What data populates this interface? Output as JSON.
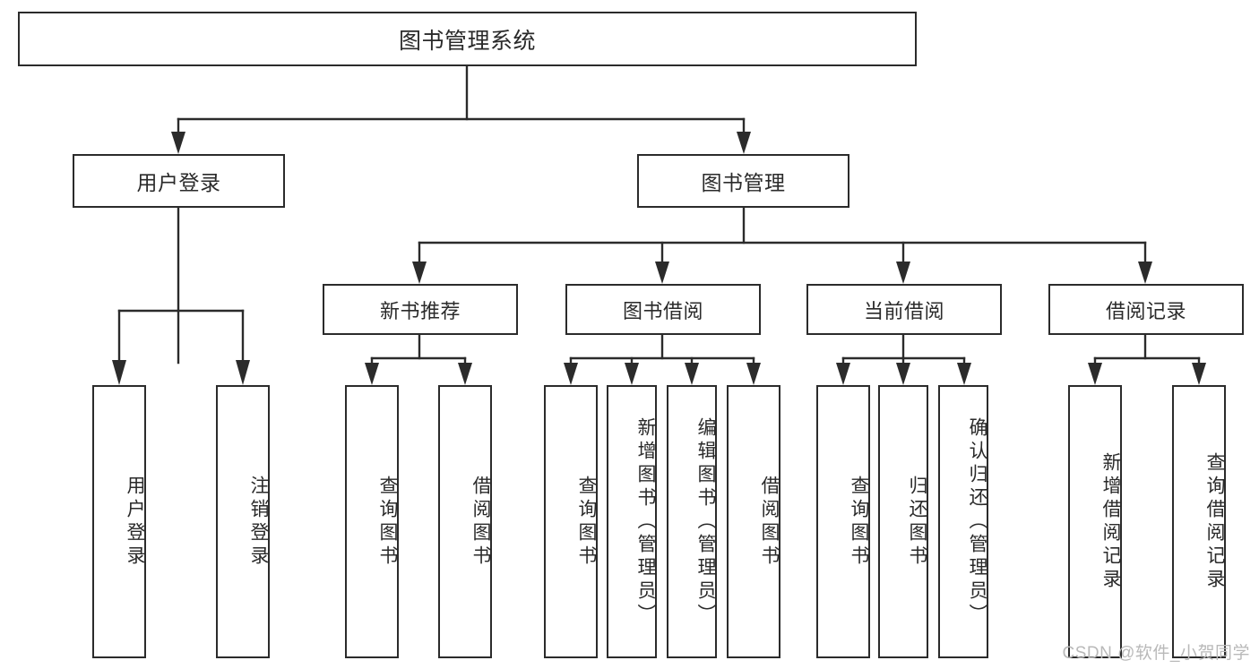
{
  "diagram": {
    "title": "图书管理系统",
    "type": "tree-hierarchy",
    "orientation": "top-down",
    "colors": {
      "box_border": "#2b2b2b",
      "box_fill": "#ffffff",
      "connector": "#2b2b2b",
      "text": "#2a2a2a",
      "watermark": "#b9b9b9",
      "canvas": "#ffffff"
    }
  },
  "root": {
    "label": "图书管理系统"
  },
  "level2": [
    {
      "id": "user-login",
      "label": "用户登录"
    },
    {
      "id": "book-management",
      "label": "图书管理"
    }
  ],
  "level3": [
    {
      "id": "new-book-recommend",
      "label": "新书推荐"
    },
    {
      "id": "book-borrow",
      "label": "图书借阅"
    },
    {
      "id": "current-borrow",
      "label": "当前借阅"
    },
    {
      "id": "borrow-record",
      "label": "借阅记录"
    }
  ],
  "leaves": {
    "user_login": [
      {
        "id": "leaf-user-login",
        "label": "用户登录"
      },
      {
        "id": "leaf-logout-login",
        "label": "注销登录"
      }
    ],
    "new_book_recommend": [
      {
        "id": "leaf-query-book-1",
        "label": "查询图书"
      },
      {
        "id": "leaf-borrow-book-1",
        "label": "借阅图书"
      }
    ],
    "book_borrow": [
      {
        "id": "leaf-query-book-2",
        "label": "查询图书"
      },
      {
        "id": "leaf-add-book",
        "label": "新增图书（管理员）"
      },
      {
        "id": "leaf-edit-book",
        "label": "编辑图书（管理员）"
      },
      {
        "id": "leaf-borrow-book-2",
        "label": "借阅图书"
      }
    ],
    "current_borrow": [
      {
        "id": "leaf-query-book-3",
        "label": "查询图书"
      },
      {
        "id": "leaf-return-book",
        "label": "归还图书"
      },
      {
        "id": "leaf-confirm-return",
        "label": "确认归还（管理员）"
      }
    ],
    "borrow_record": [
      {
        "id": "leaf-add-record",
        "label": "新增借阅记录"
      },
      {
        "id": "leaf-query-record",
        "label": "查询借阅记录"
      }
    ]
  },
  "watermark": {
    "text": "CSDN @软件_小贺同学"
  }
}
